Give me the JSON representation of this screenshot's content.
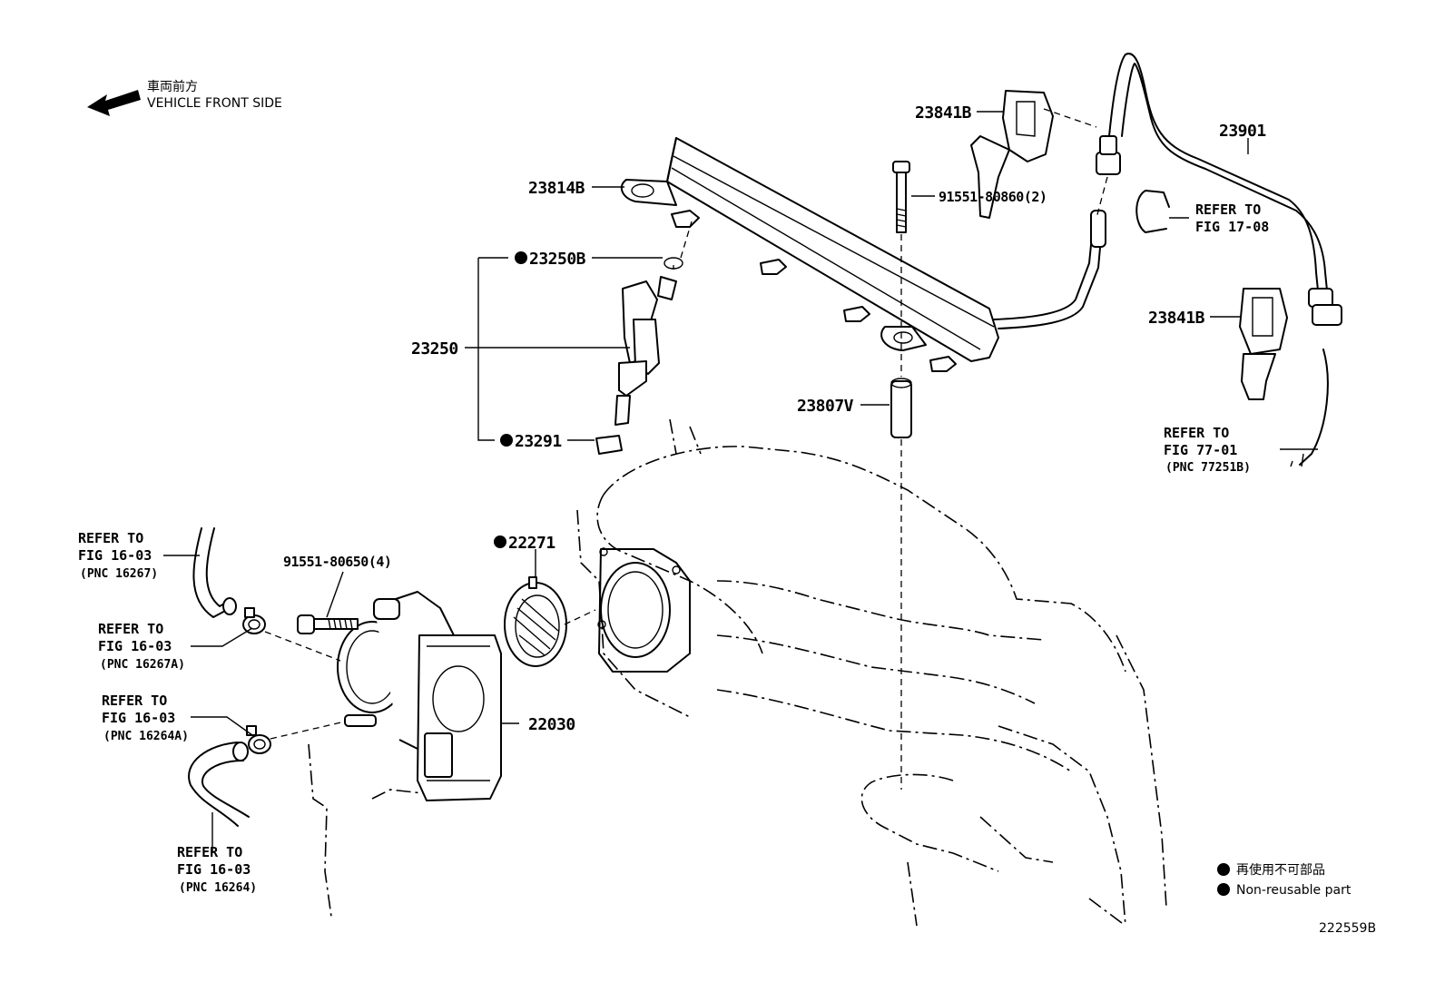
{
  "direction": {
    "label_jp": "車両前方",
    "label_en": "VEHICLE FRONT SIDE",
    "icon": "arrow-left-icon"
  },
  "parts": {
    "p23841B_top": "23841B",
    "p23901": "23901",
    "p23814B": "23814B",
    "p91551_80860": "91551-80860(2)",
    "p23250B": "23250B",
    "p23250": "23250",
    "p23291": "23291",
    "p23807V": "23807V",
    "p23841B_mid": "23841B",
    "p22271": "22271",
    "p91551_80650": "91551-80650(4)",
    "p22030": "22030"
  },
  "refs": {
    "r1708": {
      "l1": "REFER TO",
      "l2": "FIG 17-08"
    },
    "r7701": {
      "l1": "REFER TO",
      "l2": "FIG 77-01",
      "l3": "(PNC 77251B)"
    },
    "r16267": {
      "l1": "REFER TO",
      "l2": "FIG 16-03",
      "l3": "(PNC 16267)"
    },
    "r16267A": {
      "l1": "REFER TO",
      "l2": "FIG 16-03",
      "l3": "(PNC 16267A)"
    },
    "r16264A": {
      "l1": "REFER TO",
      "l2": "FIG 16-03",
      "l3": "(PNC 16264A)"
    },
    "r16264": {
      "l1": "REFER TO",
      "l2": "FIG 16-03",
      "l3": "(PNC 16264)"
    }
  },
  "legend": {
    "jp": "再使用不可部品",
    "en": "Non-reusable part",
    "marker_color": "#000000"
  },
  "diagram_id": "222559B"
}
